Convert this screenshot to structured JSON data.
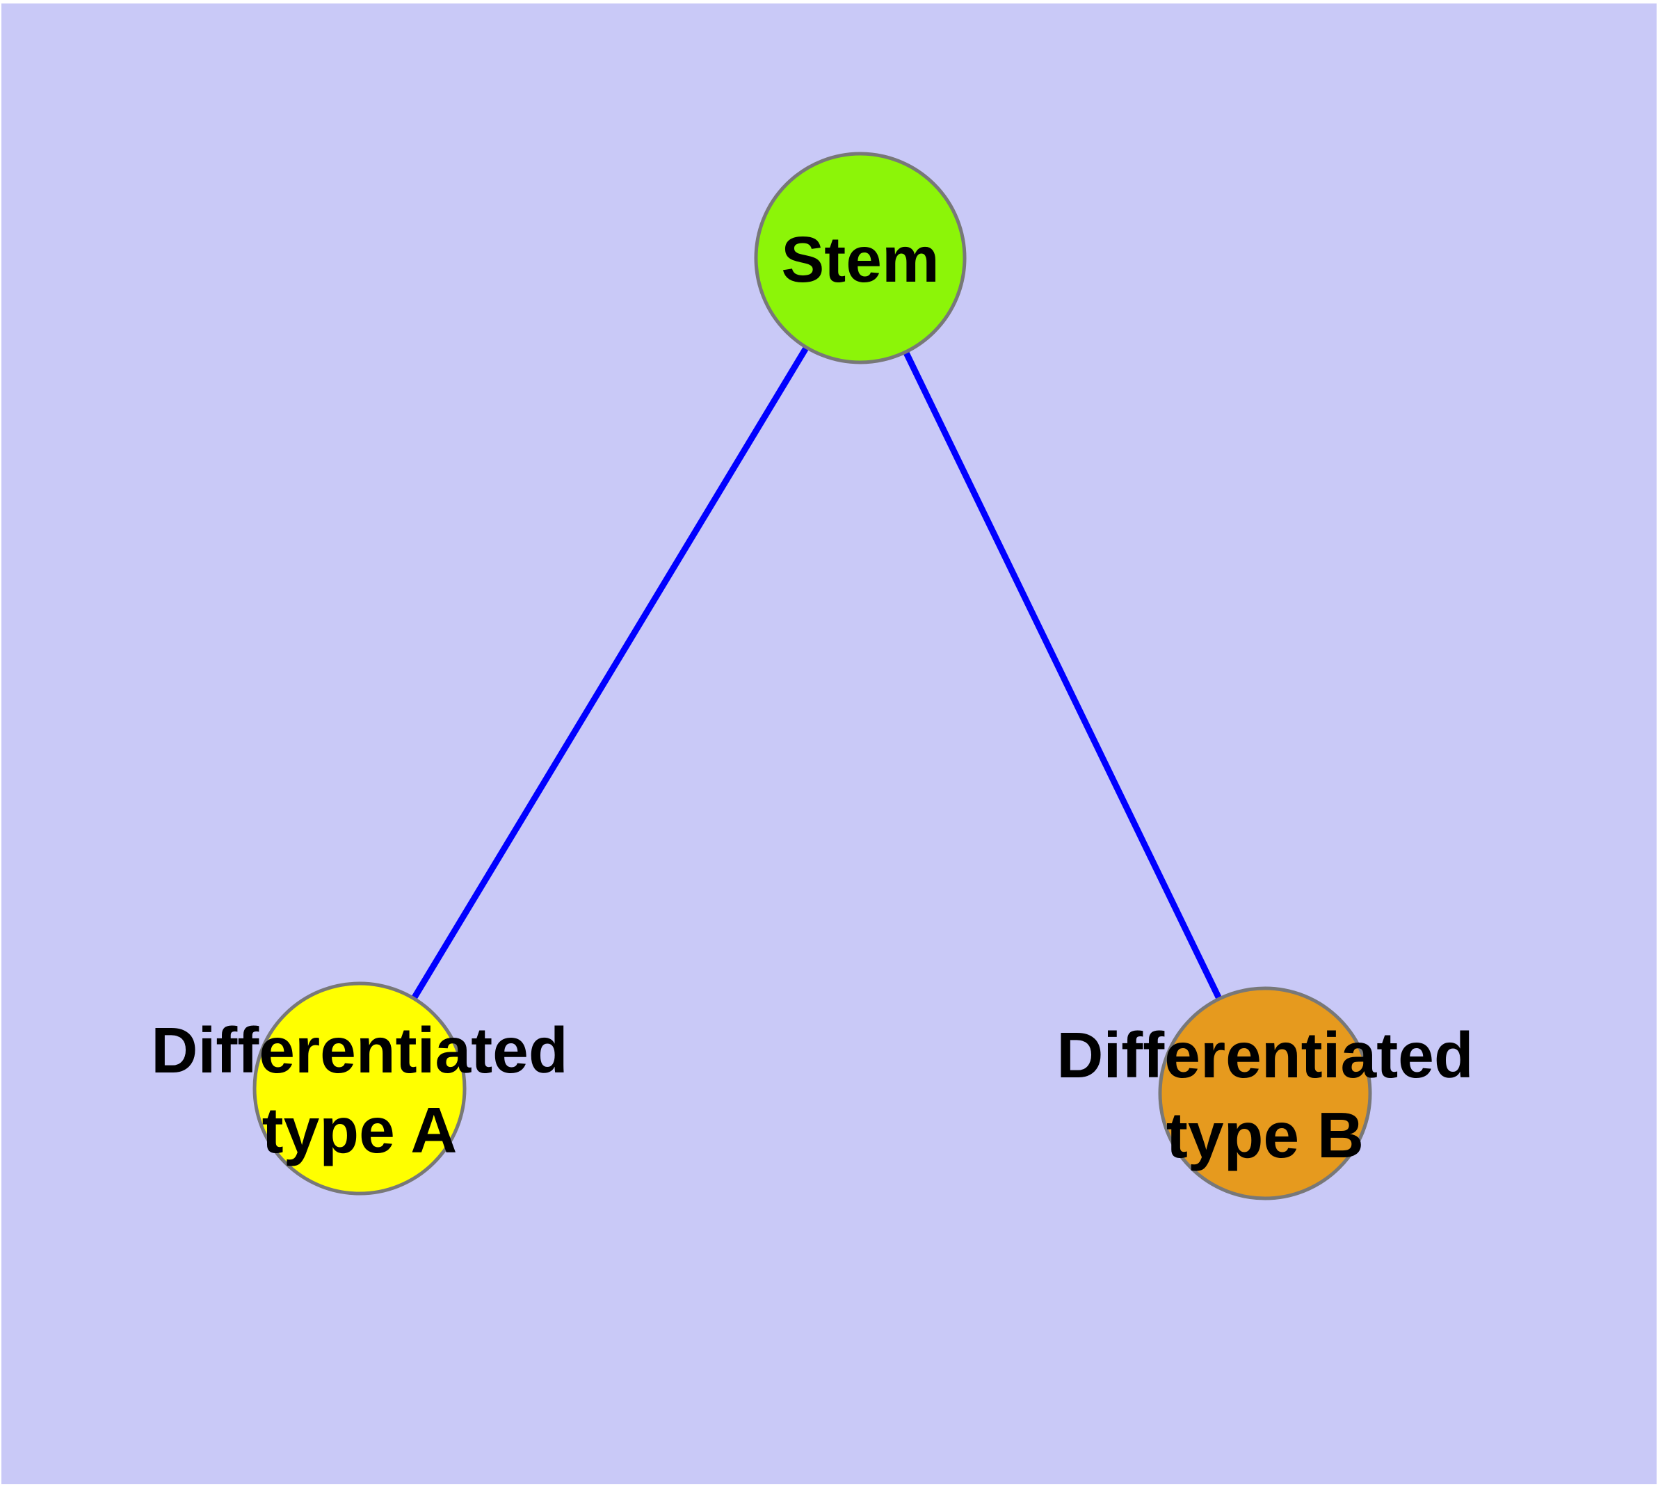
{
  "diagram": {
    "type": "node-link-graph",
    "background_color": "#c9c9f7",
    "page_border_color": "#ffffff",
    "edge_color": "#0000ff",
    "node_border_color": "#787878",
    "label_color": "#000000",
    "nodes": [
      {
        "id": "stem",
        "label": "Stem",
        "fill": "#8cf508"
      },
      {
        "id": "differentiated-type-a",
        "label": "Differentiated type A",
        "label_line1": "Differentiated",
        "label_line2": "type A",
        "fill": "#ffff00"
      },
      {
        "id": "differentiated-type-b",
        "label": "Differentiated type B",
        "label_line1": "Differentiated",
        "label_line2": "type B",
        "fill": "#e69a1e"
      }
    ],
    "edges": [
      {
        "from": "Stem",
        "to": "Differentiated type A"
      },
      {
        "from": "Stem",
        "to": "Differentiated type B"
      }
    ]
  }
}
